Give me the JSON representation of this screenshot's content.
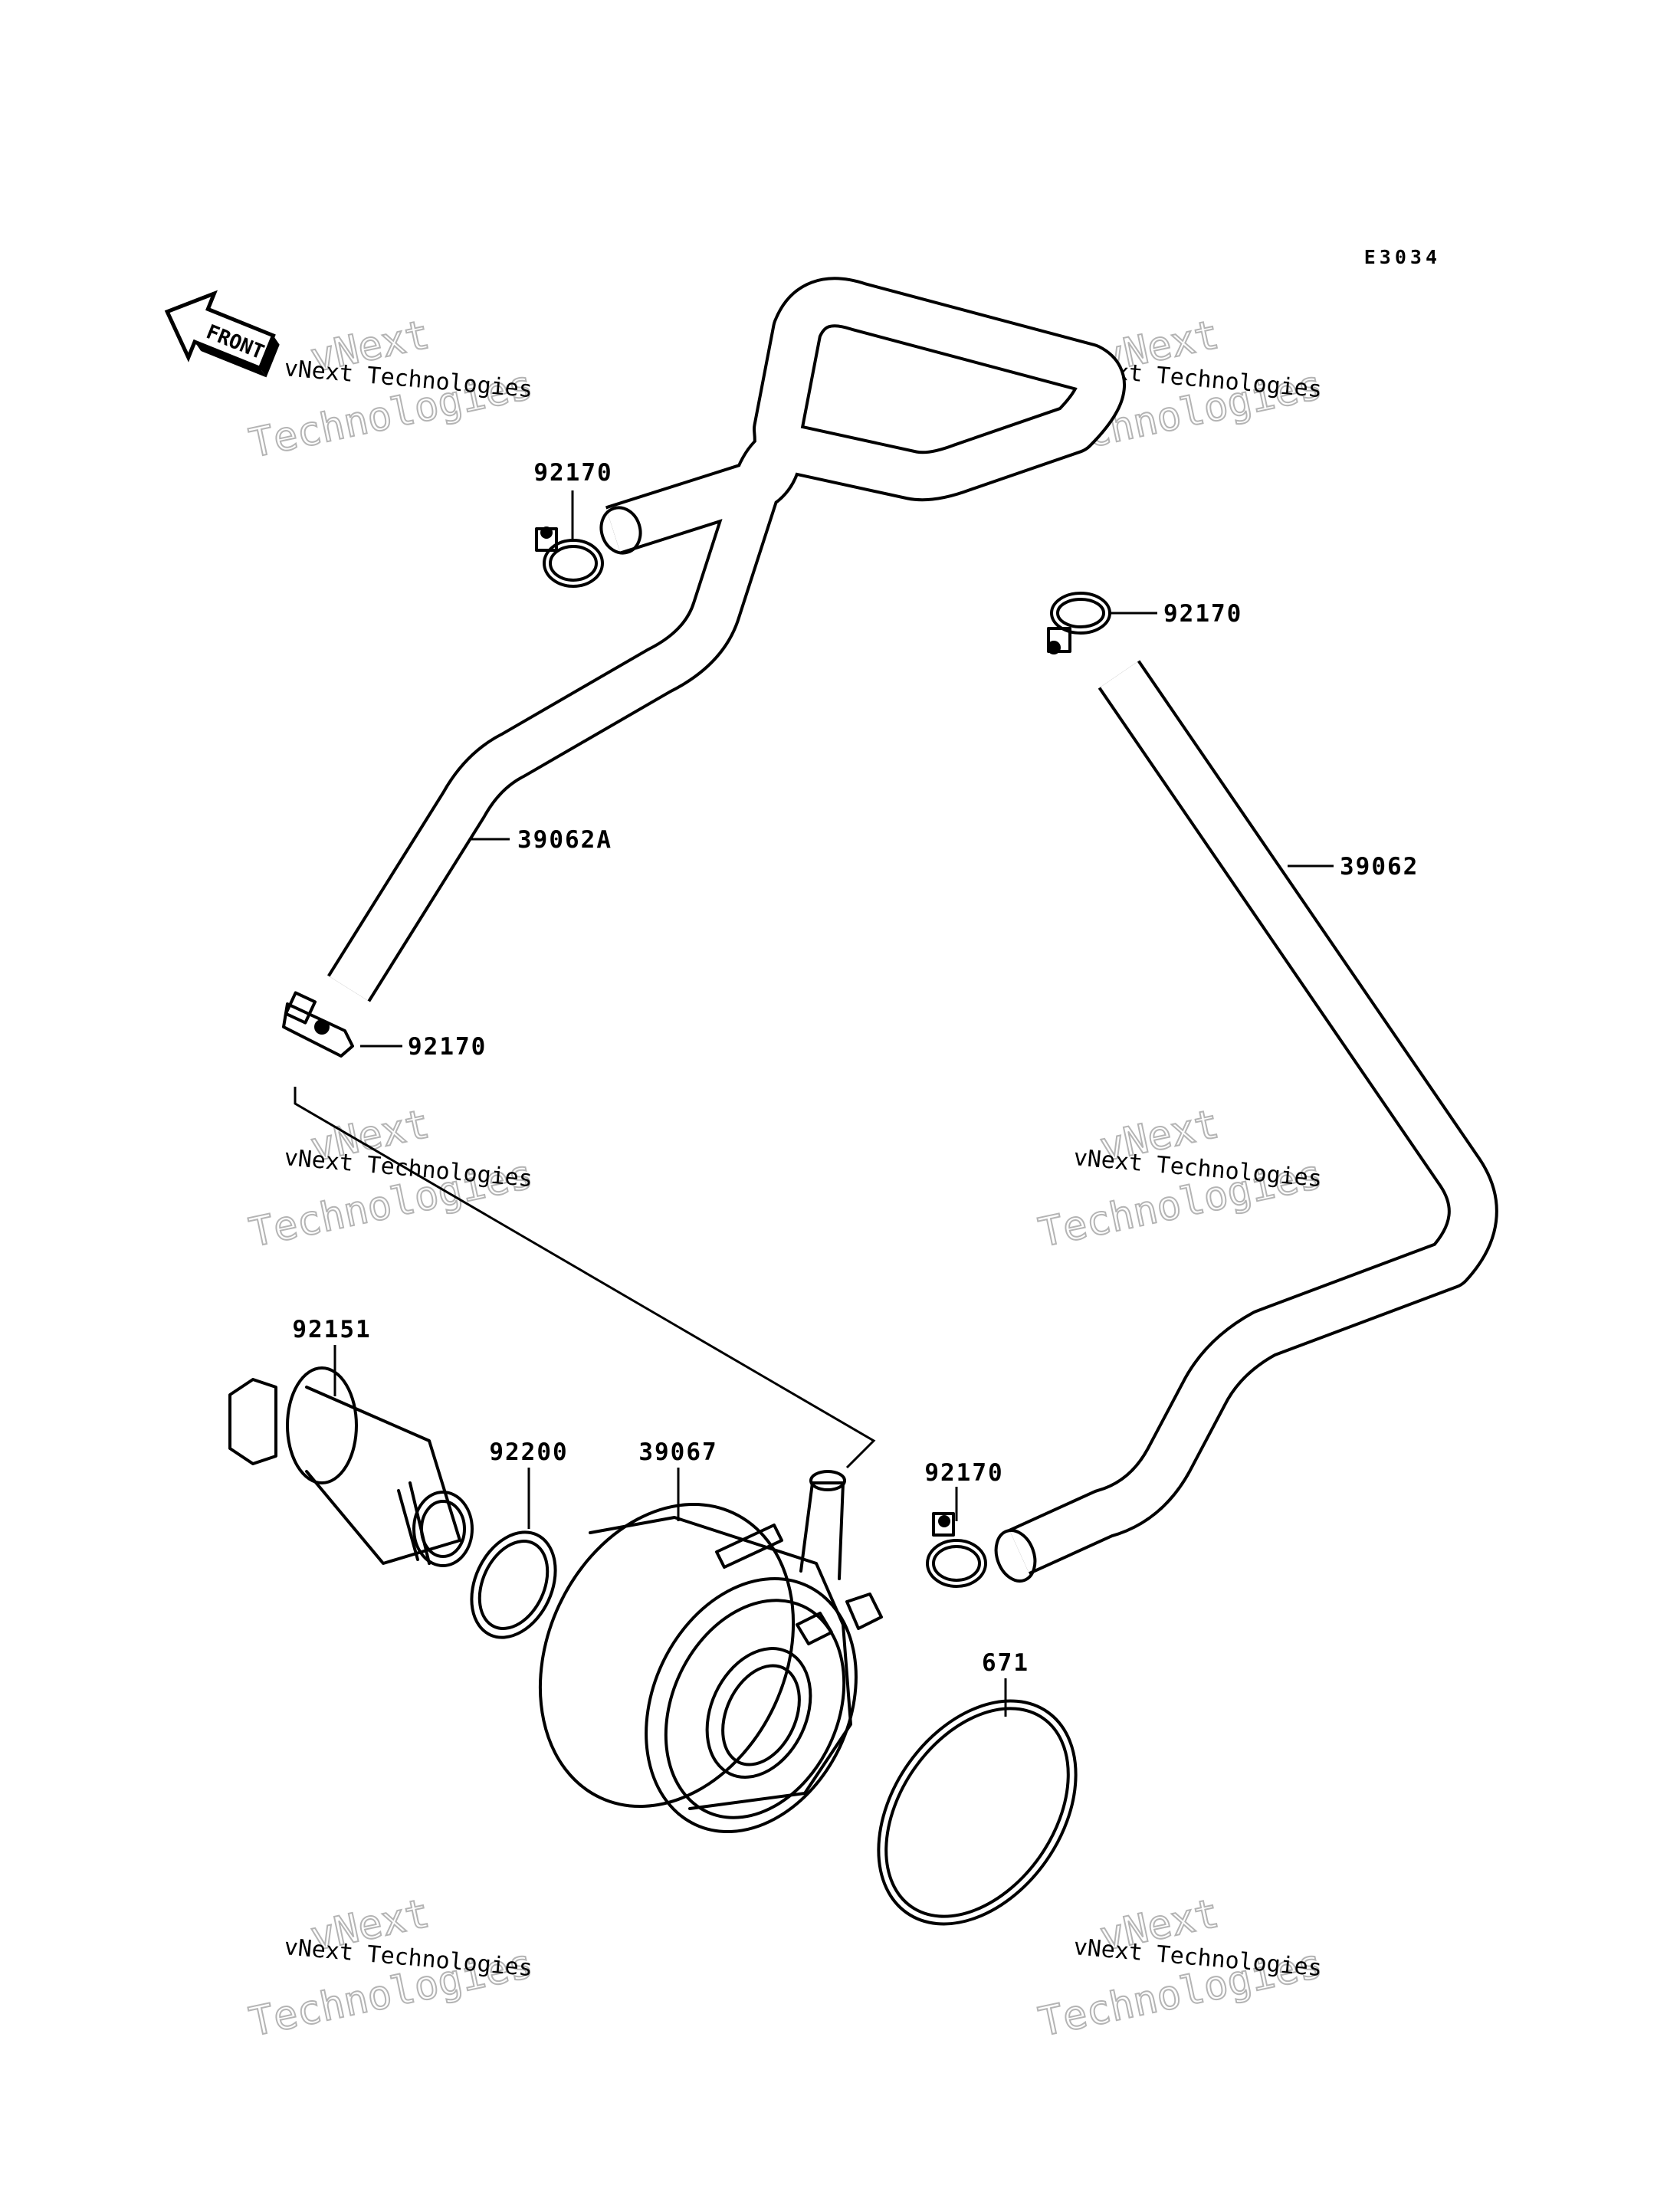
{
  "diagram_code": "E3034",
  "front_arrow": {
    "label": "FRONT",
    "icon": "front-direction-arrow-icon"
  },
  "watermark": {
    "small": "vNext Technologies",
    "big_top": "vNext",
    "big_bottom": "Technologies"
  },
  "parts": {
    "clamp_top_left": "92170",
    "clamp_top_right": "92170",
    "hose_left": "39062A",
    "hose_right": "39062",
    "clamp_left": "92170",
    "union_bolt": "92151",
    "washer": "92200",
    "oil_cooler": "39067",
    "clamp_cooler": "92170",
    "o_ring": "671"
  },
  "colors": {
    "line": "#000000",
    "watermark": "#b4b4b4",
    "background": "#ffffff"
  }
}
